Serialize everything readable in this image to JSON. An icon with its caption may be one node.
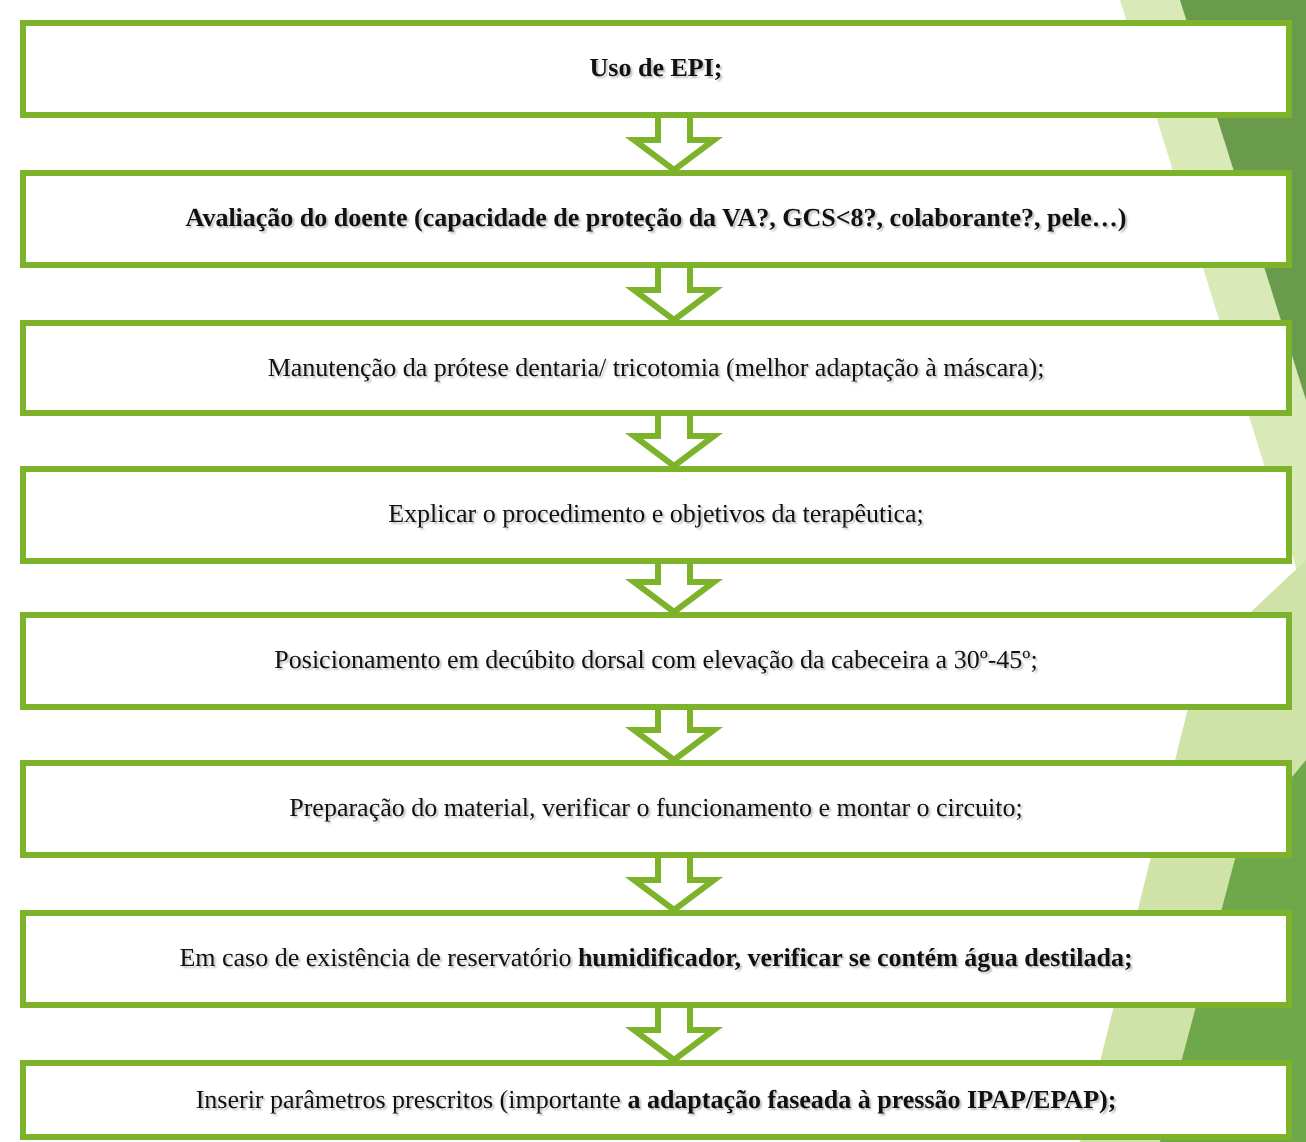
{
  "diagram": {
    "nodes": [
      {
        "text": [
          "Uso de EPI;"
        ]
      },
      {
        "text": [
          "Avaliação do doente (capacidade de proteção da VA?, GCS<8?,  colaborante?, pele…)"
        ]
      },
      {
        "text": [
          "Manutenção da prótese dentaria/ tricotomia (melhor adaptação à máscara);"
        ]
      },
      {
        "text": [
          "Explicar o procedimento e objetivos da terapêutica;"
        ]
      },
      {
        "text": [
          "Posicionamento em decúbito dorsal com elevação da cabeceira a 30º-45º;"
        ]
      },
      {
        "text": [
          "Preparação do material, verificar o funcionamento e montar o circuito;"
        ]
      },
      {
        "text": [
          "Em caso de existência de reservatório **humidificador, verificar se contém água destilada;**"
        ]
      },
      {
        "text": [
          "Inserir parâmetros prescritos (importante **a adaptação faseada à pressão IPAP/EPAP);**"
        ]
      }
    ],
    "edges": [
      {
        "from": 0,
        "to": 1,
        "arrow": "to"
      },
      {
        "from": 1,
        "to": 2,
        "arrow": "to"
      },
      {
        "from": 2,
        "to": 3,
        "arrow": "to"
      },
      {
        "from": 3,
        "to": 4,
        "arrow": "to"
      },
      {
        "from": 4,
        "to": 5,
        "arrow": "to"
      },
      {
        "from": 5,
        "to": 6,
        "arrow": "to"
      },
      {
        "from": 6,
        "to": 7,
        "arrow": "to"
      }
    ]
  }
}
